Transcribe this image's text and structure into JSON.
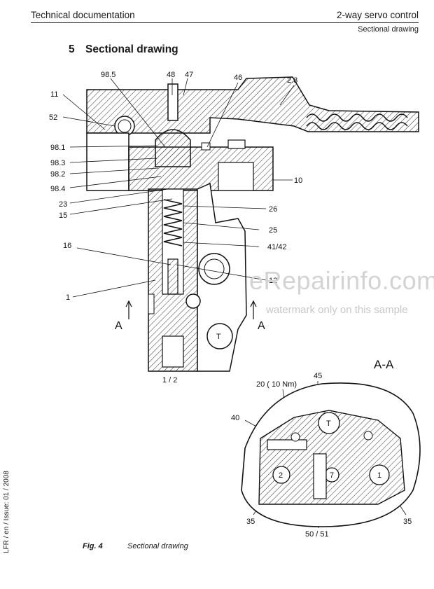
{
  "header": {
    "left_title": "Technical documentation",
    "right_title": "2-way servo control",
    "subtitle": "Sectional drawing"
  },
  "section": {
    "number": "5",
    "title": "Sectional drawing"
  },
  "figure": {
    "labels": {
      "l98_5": "98.5",
      "l48": "48",
      "l47": "47",
      "l46": "46",
      "l2_3": "2.3",
      "l11": "11",
      "l52": "52",
      "l98_1": "98.1",
      "l98_3": "98.3",
      "l98_2": "98.2",
      "l98_4": "98.4",
      "l10": "10",
      "l23": "23",
      "l15": "15",
      "l26": "26",
      "l25": "25",
      "l16": "16",
      "l41_42": "41/42",
      "l12": "12",
      "l1": "1",
      "lA_left": "A",
      "lA_right": "A",
      "lT_main": "T",
      "l1_2": "1 / 2",
      "lAA": "A-A",
      "l20": "20 ( 10 Nm)",
      "l45": "45",
      "l40": "40",
      "lT_sec": "T",
      "lP2": "2",
      "lP7": "7",
      "lP1": "1",
      "l35_left": "35",
      "l35_right": "35",
      "l50_51": "50 / 51"
    }
  },
  "watermark": {
    "line1": "eRepairinfo.com",
    "line2": "watermark only on this sample"
  },
  "caption": {
    "fig_number": "Fig. 4",
    "text": "Sectional drawing"
  },
  "side_text": "LFR / en / Issue: 01 / 2008"
}
